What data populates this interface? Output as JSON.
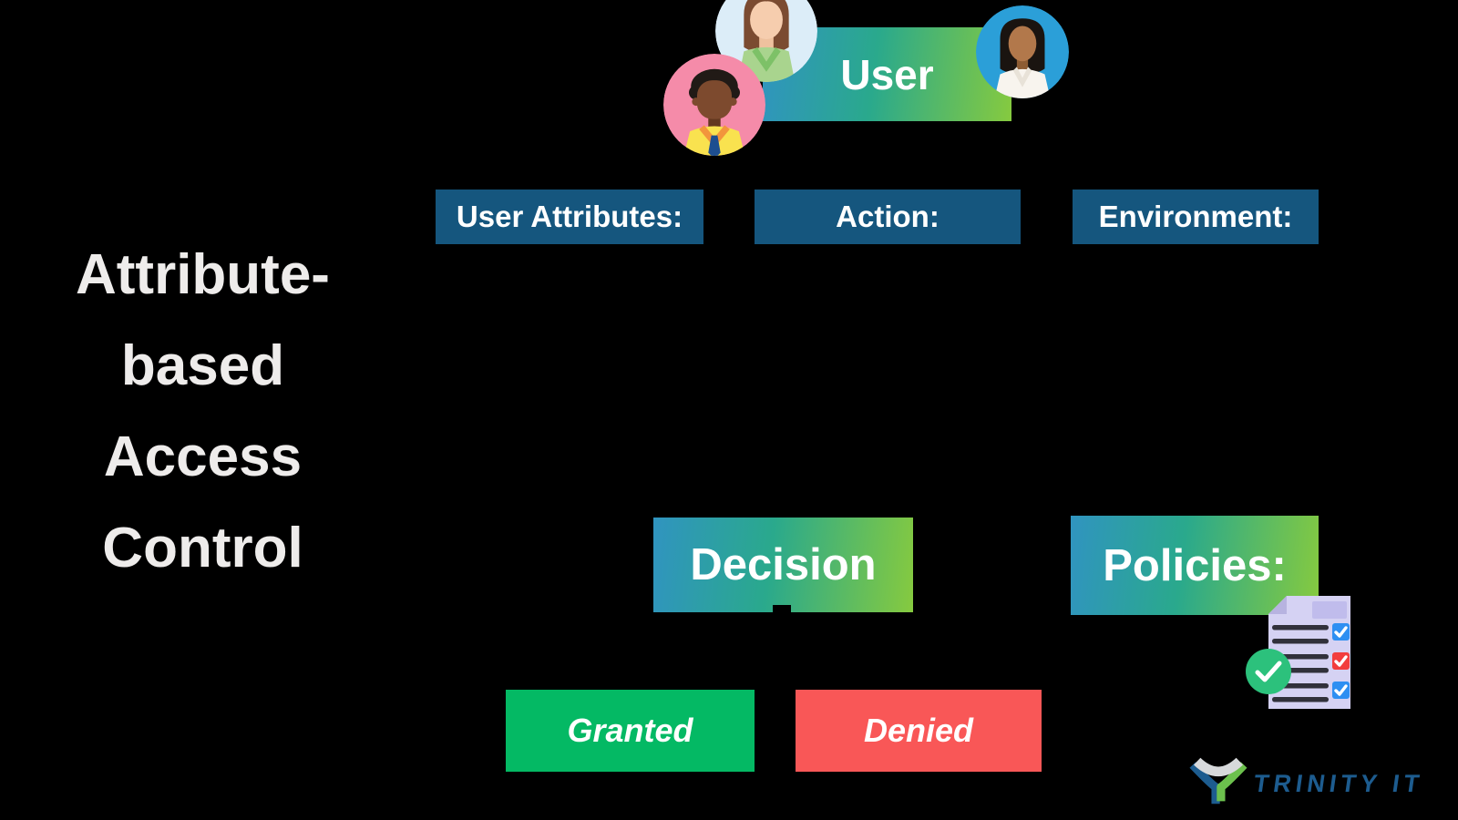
{
  "title": {
    "text": "Attribute-based Access Control",
    "lines": [
      "Attribute-",
      "based",
      "Access",
      "Control"
    ]
  },
  "banner": {
    "label": "User"
  },
  "attribute_boxes": [
    {
      "label": "User Attributes:"
    },
    {
      "label": "Action:"
    },
    {
      "label": "Environment:"
    }
  ],
  "decision_box": {
    "label": "Decision"
  },
  "policies_box": {
    "label": "Policies:"
  },
  "outcomes": {
    "granted": {
      "label": "Granted",
      "color": "#04b964"
    },
    "denied": {
      "label": "Denied",
      "color": "#f95757"
    }
  },
  "logo": {
    "brand": "TRINITY IT"
  },
  "icons": {
    "policy_document": "checklist-document-icon",
    "approval": "green-check-icon",
    "avatars": [
      "woman-lightblue-avatar",
      "man-pink-avatar",
      "woman-blue-avatar"
    ],
    "brand_mark": "trinity-y-icon"
  },
  "colors": {
    "background": "#000000",
    "label_box_blue": "#15567e",
    "gradient_start": "#3094c0",
    "gradient_mid": "#2aa98c",
    "gradient_end": "#86ca3f",
    "granted_green": "#04b964",
    "denied_red": "#f95757",
    "title_text": "#eeeceb",
    "logo_blue": "#1d5c8f",
    "logo_green": "#6cc04d",
    "logo_silver": "#d7d9db"
  }
}
